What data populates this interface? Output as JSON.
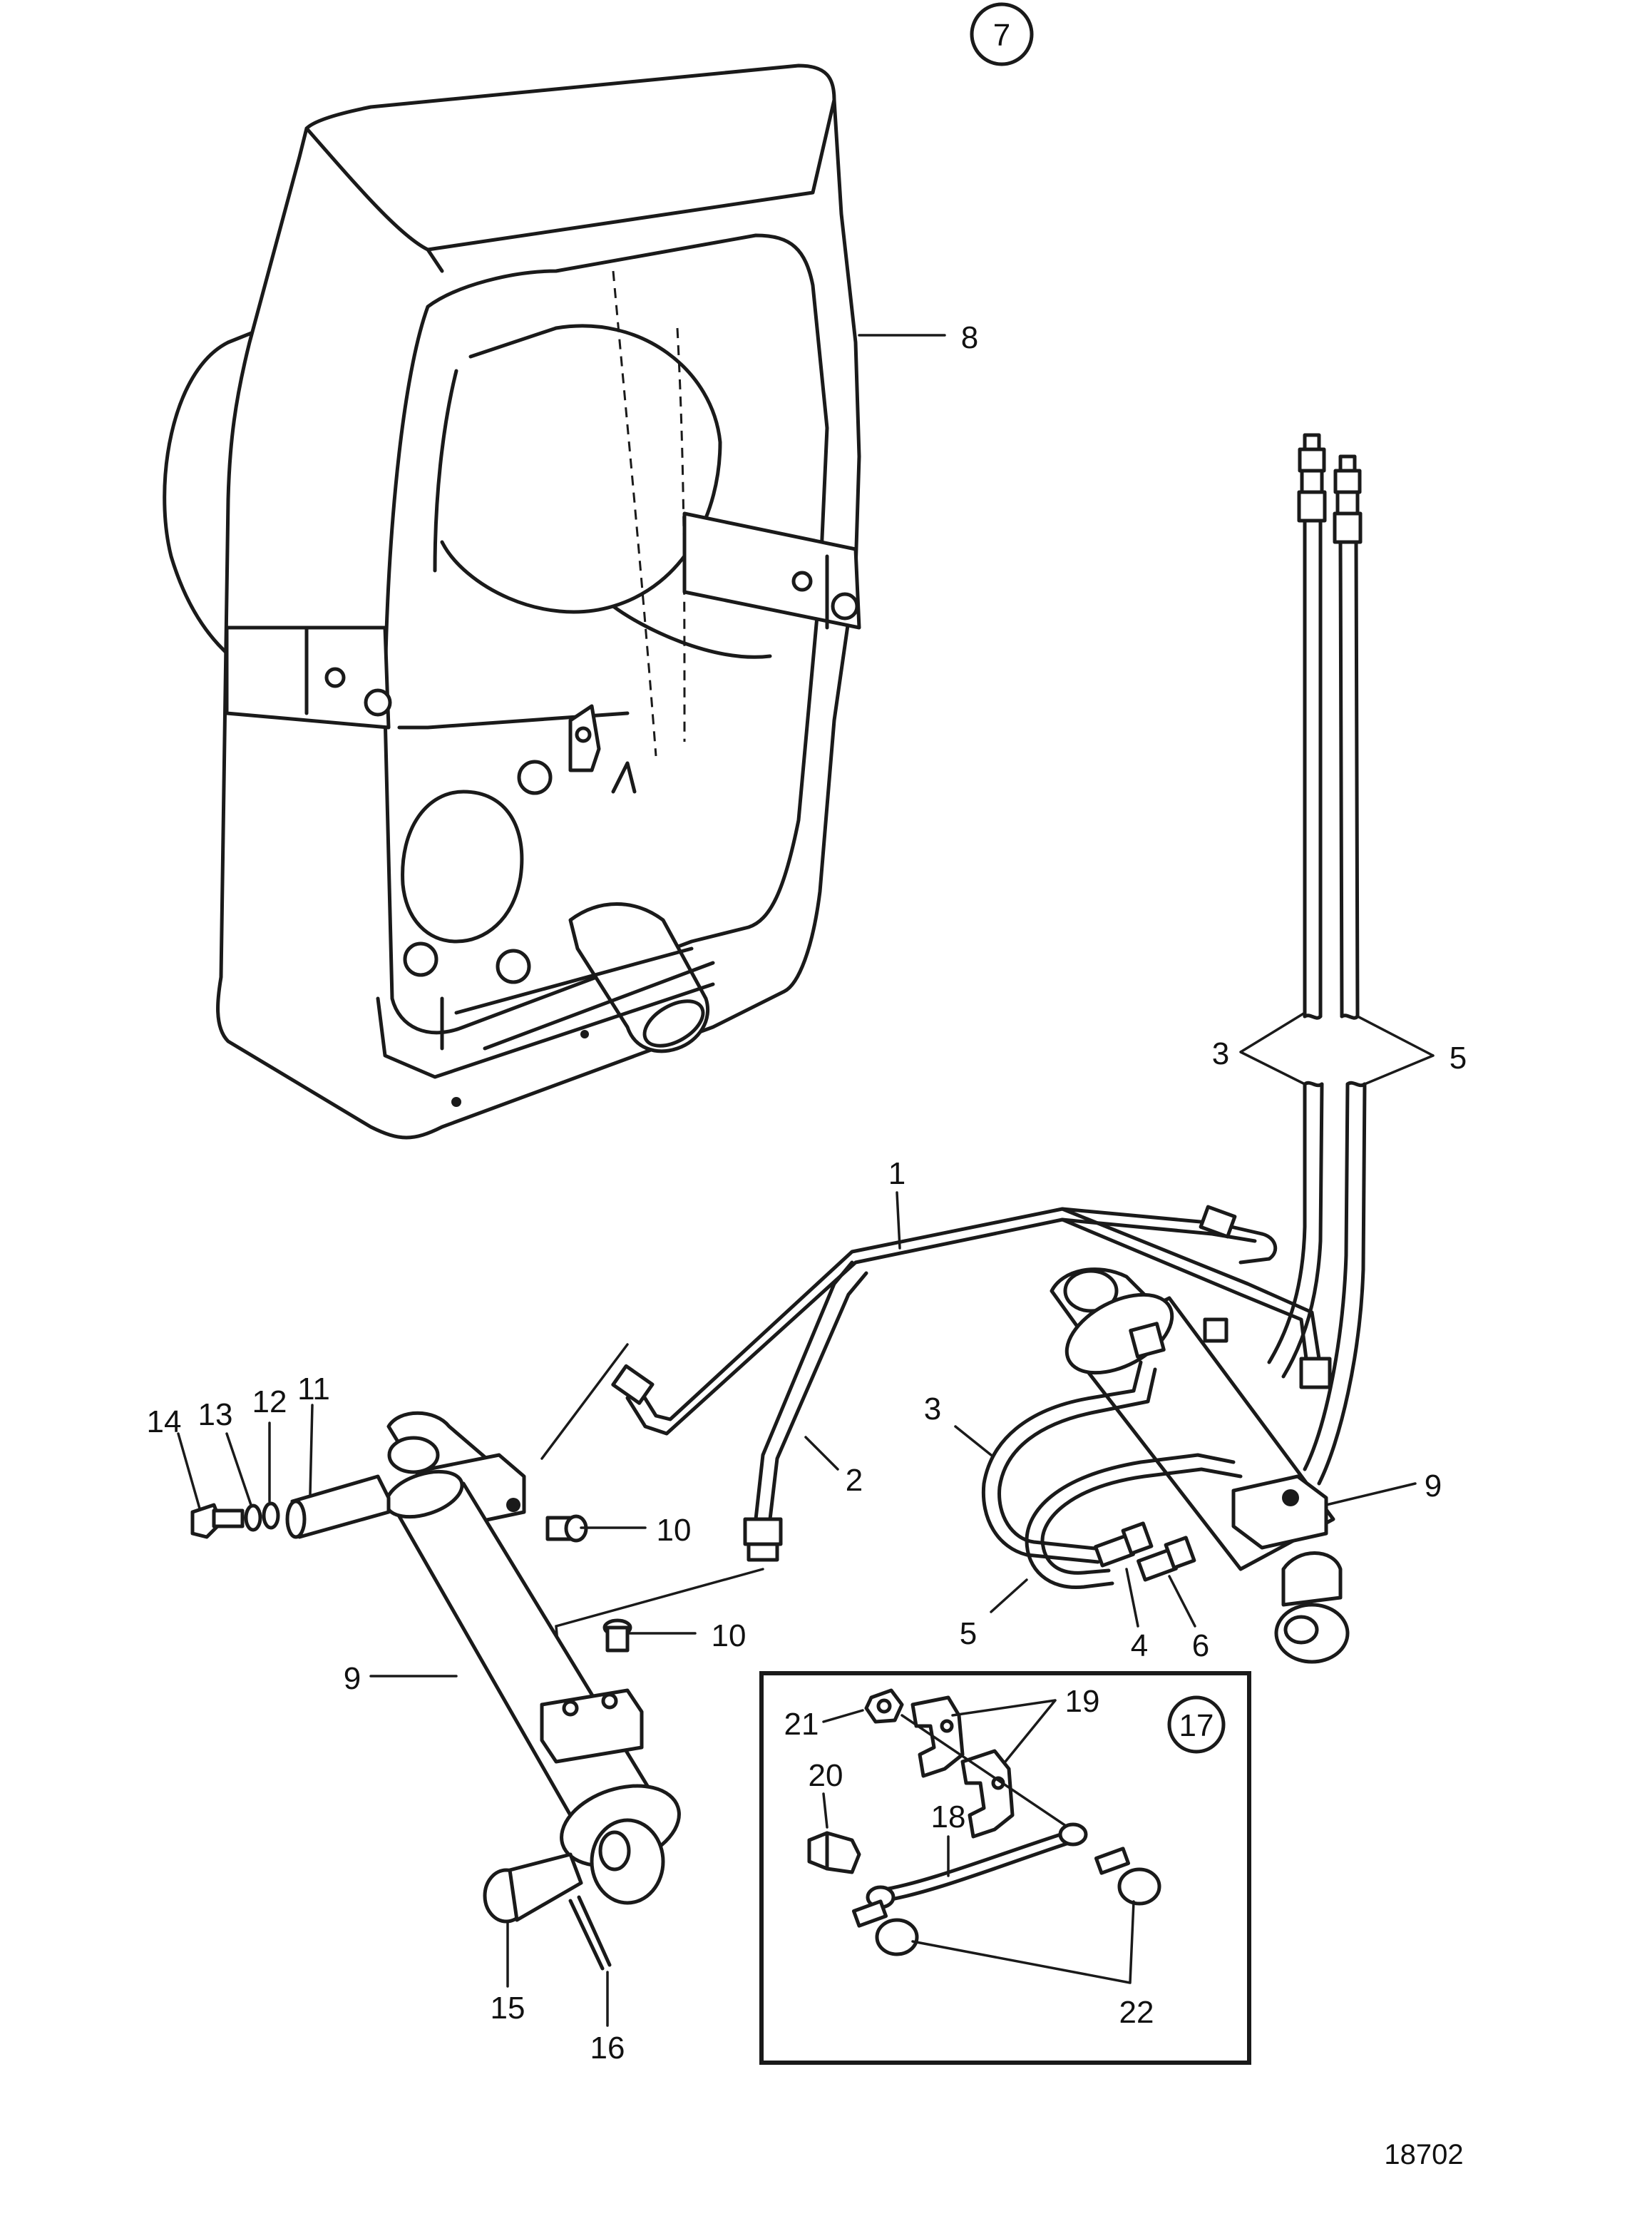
{
  "callouts": {
    "c1": "1",
    "c2": "2",
    "c3a": "3",
    "c3b": "3",
    "c4": "4",
    "c5a": "5",
    "c5b": "5",
    "c6": "6",
    "c7": "7",
    "c8": "8",
    "c9a": "9",
    "c9b": "9",
    "c10a": "10",
    "c10b": "10",
    "c11": "11",
    "c12": "12",
    "c13": "13",
    "c14": "14",
    "c15": "15",
    "c16": "16",
    "c17": "17",
    "c18": "18",
    "c19": "19",
    "c20": "20",
    "c21": "21",
    "c22": "22"
  },
  "document_number": "18702"
}
